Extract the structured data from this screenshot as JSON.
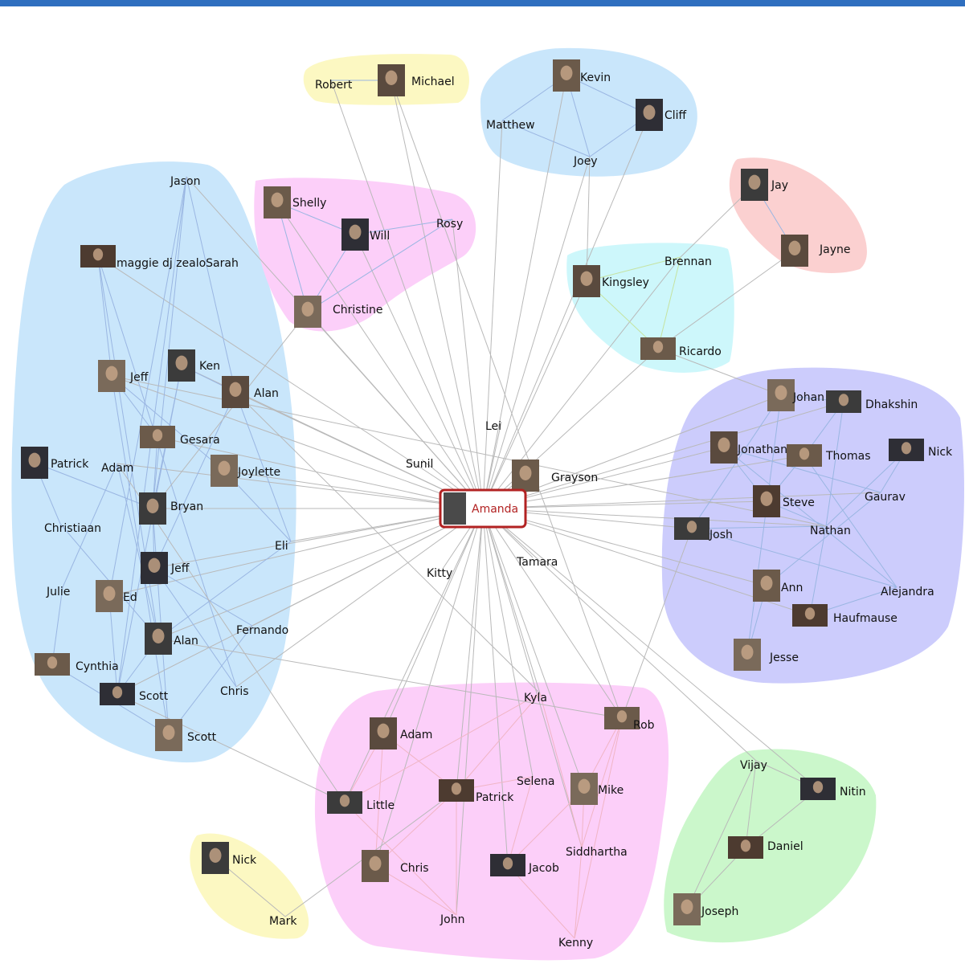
{
  "colors": {
    "topbar": "#2f6fbf",
    "center_border": "#b22222",
    "center_label": "#b22222",
    "edge_gray": "#b9b9b9",
    "edge_blue": "#9ab6e2",
    "edge_pink": "#f0b5c5",
    "edge_green": "#c5e3a0"
  },
  "center": {
    "label": "Amanda",
    "photo": true
  },
  "groups": [
    {
      "id": "left-blue",
      "color": "#c9e6fb"
    },
    {
      "id": "robert-michael",
      "color": "#fcf8c2"
    },
    {
      "id": "kevin-cliff",
      "color": "#c9e6fb"
    },
    {
      "id": "shelly-will",
      "color": "#fccff9"
    },
    {
      "id": "jay-jayne",
      "color": "#fbd0d0"
    },
    {
      "id": "kingsley-ricardo",
      "color": "#cdf7fb"
    },
    {
      "id": "right-purple",
      "color": "#ccccfc"
    },
    {
      "id": "bottom-pink",
      "color": "#fccff9"
    },
    {
      "id": "nick-mark",
      "color": "#fcf8c2"
    },
    {
      "id": "vijay-nitin",
      "color": "#cbf7cb"
    }
  ],
  "nodes": [
    {
      "label": "Robert",
      "photo": false
    },
    {
      "label": "Michael",
      "photo": true
    },
    {
      "label": "Kevin",
      "photo": true
    },
    {
      "label": "Cliff",
      "photo": true
    },
    {
      "label": "Matthew",
      "photo": false
    },
    {
      "label": "Joey",
      "photo": false
    },
    {
      "label": "Jay",
      "photo": true
    },
    {
      "label": "Jayne",
      "photo": true
    },
    {
      "label": "Shelly",
      "photo": true
    },
    {
      "label": "Will",
      "photo": true
    },
    {
      "label": "Rosy",
      "photo": false
    },
    {
      "label": "Christine",
      "photo": true
    },
    {
      "label": "Brennan",
      "photo": false
    },
    {
      "label": "Kingsley",
      "photo": true
    },
    {
      "label": "Ricardo",
      "photo": true
    },
    {
      "label": "Jason",
      "photo": false
    },
    {
      "label": "maggie dj zealoSarah",
      "photo": true
    },
    {
      "label": "Jeff",
      "photo": true
    },
    {
      "label": "Ken",
      "photo": true
    },
    {
      "label": "Alan",
      "photo": true
    },
    {
      "label": "Gesara",
      "photo": true
    },
    {
      "label": "Patrick",
      "photo": true
    },
    {
      "label": "Adam",
      "photo": false
    },
    {
      "label": "Joylette",
      "photo": true
    },
    {
      "label": "Bryan",
      "photo": true
    },
    {
      "label": "Christiaan",
      "photo": false
    },
    {
      "label": "Eli",
      "photo": false
    },
    {
      "label": "Jeff",
      "photo": true
    },
    {
      "label": "Julie",
      "photo": false
    },
    {
      "label": "Ed",
      "photo": true
    },
    {
      "label": "Alan",
      "photo": true
    },
    {
      "label": "Fernando",
      "photo": false
    },
    {
      "label": "Cynthia",
      "photo": true
    },
    {
      "label": "Scott",
      "photo": true
    },
    {
      "label": "Chris",
      "photo": false
    },
    {
      "label": "Scott",
      "photo": true
    },
    {
      "label": "Lei",
      "photo": false
    },
    {
      "label": "Sunil",
      "photo": false
    },
    {
      "label": "Grayson",
      "photo": true
    },
    {
      "label": "Tamara",
      "photo": false
    },
    {
      "label": "Kitty",
      "photo": false
    },
    {
      "label": "Johan",
      "photo": true
    },
    {
      "label": "Dhakshin",
      "photo": true
    },
    {
      "label": "Jonathan",
      "photo": true
    },
    {
      "label": "Thomas",
      "photo": true
    },
    {
      "label": "Nick",
      "photo": true
    },
    {
      "label": "Steve",
      "photo": true
    },
    {
      "label": "Gaurav",
      "photo": false
    },
    {
      "label": "Josh",
      "photo": true
    },
    {
      "label": "Nathan",
      "photo": false
    },
    {
      "label": "Ann",
      "photo": true
    },
    {
      "label": "Alejandra",
      "photo": false
    },
    {
      "label": "Haufmause",
      "photo": true
    },
    {
      "label": "Jesse",
      "photo": true
    },
    {
      "label": "Kyla",
      "photo": false
    },
    {
      "label": "Adam",
      "photo": true
    },
    {
      "label": "Rob",
      "photo": true
    },
    {
      "label": "Selena",
      "photo": false
    },
    {
      "label": "Patrick",
      "photo": true
    },
    {
      "label": "Mike",
      "photo": true
    },
    {
      "label": "Little",
      "photo": true
    },
    {
      "label": "Siddhartha",
      "photo": false
    },
    {
      "label": "Chris",
      "photo": true
    },
    {
      "label": "Jacob",
      "photo": true
    },
    {
      "label": "John",
      "photo": false
    },
    {
      "label": "Kenny",
      "photo": false
    },
    {
      "label": "Nick",
      "photo": true
    },
    {
      "label": "Mark",
      "photo": false
    },
    {
      "label": "Vijay",
      "photo": false
    },
    {
      "label": "Nitin",
      "photo": true
    },
    {
      "label": "Daniel",
      "photo": true
    },
    {
      "label": "Joseph",
      "photo": true
    }
  ]
}
